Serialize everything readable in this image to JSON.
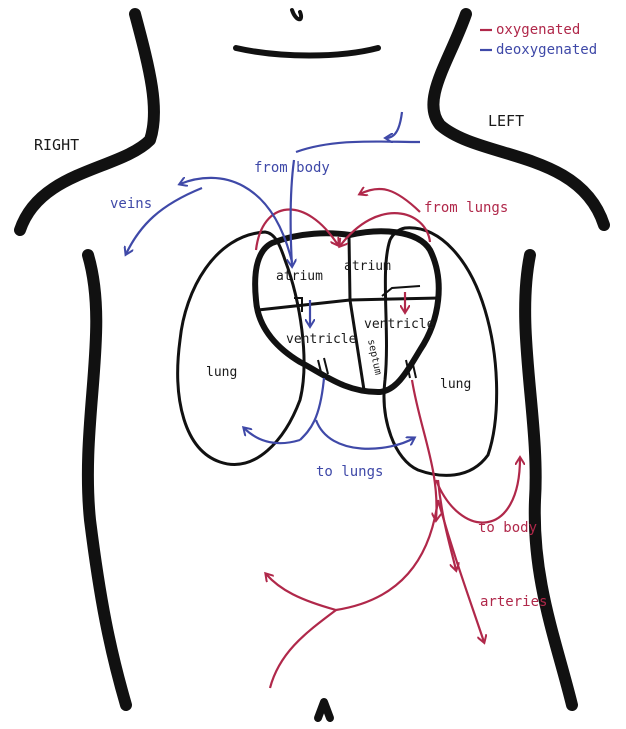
{
  "colors": {
    "outline": "#111111",
    "oxygenated": "#b0284a",
    "deoxygenated": "#3f49a8"
  },
  "legend": {
    "oxygenated": "oxygenated",
    "deoxygenated": "deoxygenated"
  },
  "sides": {
    "right": "RIGHT",
    "left": "LEFT"
  },
  "heart": {
    "right_atrium": "atrium",
    "left_atrium": "atrium",
    "right_ventricle": "ventricle",
    "left_ventricle": "ventricle",
    "septum": "septum"
  },
  "lungs": {
    "right": "lung",
    "left": "lung"
  },
  "flow_labels": {
    "from_body": "from body",
    "veins": "veins",
    "from_lungs": "from lungs",
    "to_lungs": "to lungs",
    "to_body": "to body",
    "arteries": "arteries"
  }
}
